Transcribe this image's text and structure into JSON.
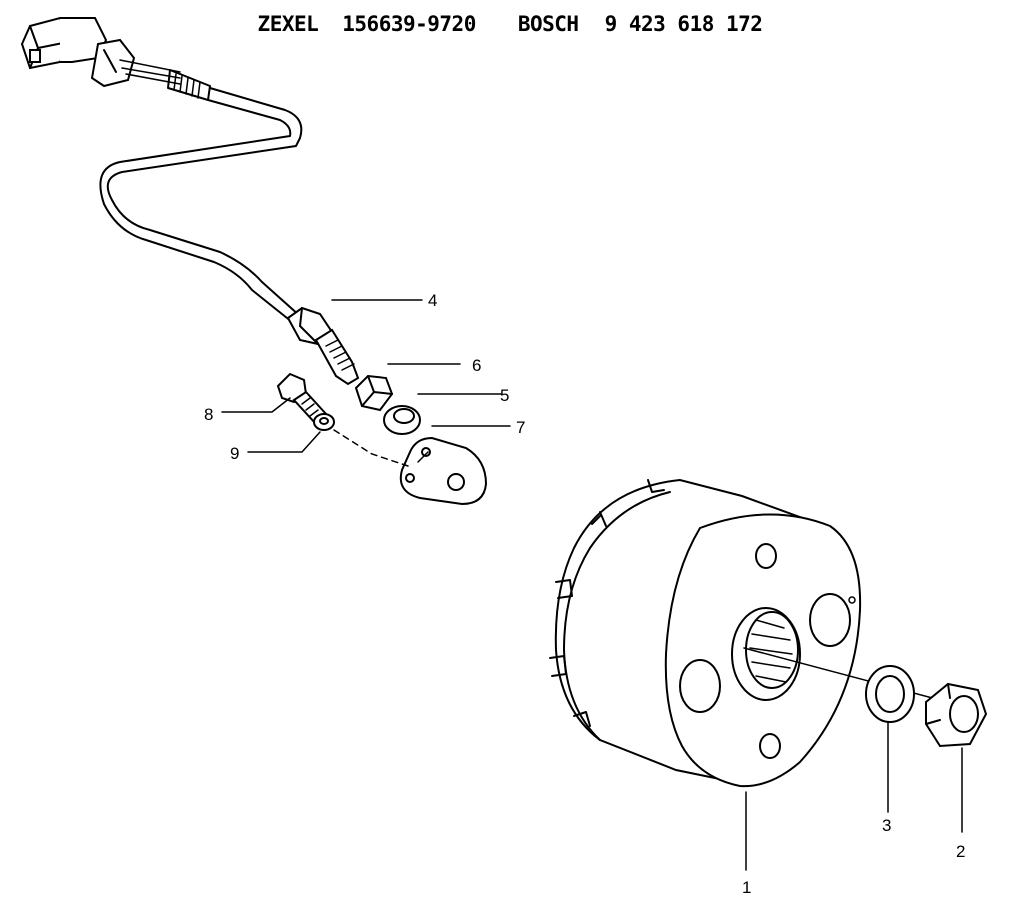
{
  "header": {
    "brand_a": "ZEXEL",
    "number_a": "156639-9720",
    "brand_b": "BOSCH",
    "number_b": "9 423 618 172"
  },
  "callouts": [
    {
      "id": "part-1",
      "label": "1"
    },
    {
      "id": "part-2",
      "label": "2"
    },
    {
      "id": "part-3",
      "label": "3"
    },
    {
      "id": "part-4",
      "label": "4"
    },
    {
      "id": "part-5",
      "label": "5"
    },
    {
      "id": "part-6",
      "label": "6"
    },
    {
      "id": "part-7",
      "label": "7"
    },
    {
      "id": "part-8",
      "label": "8"
    },
    {
      "id": "part-9",
      "label": "9"
    }
  ],
  "colors": {
    "ink": "#000000",
    "paper": "#ffffff"
  }
}
